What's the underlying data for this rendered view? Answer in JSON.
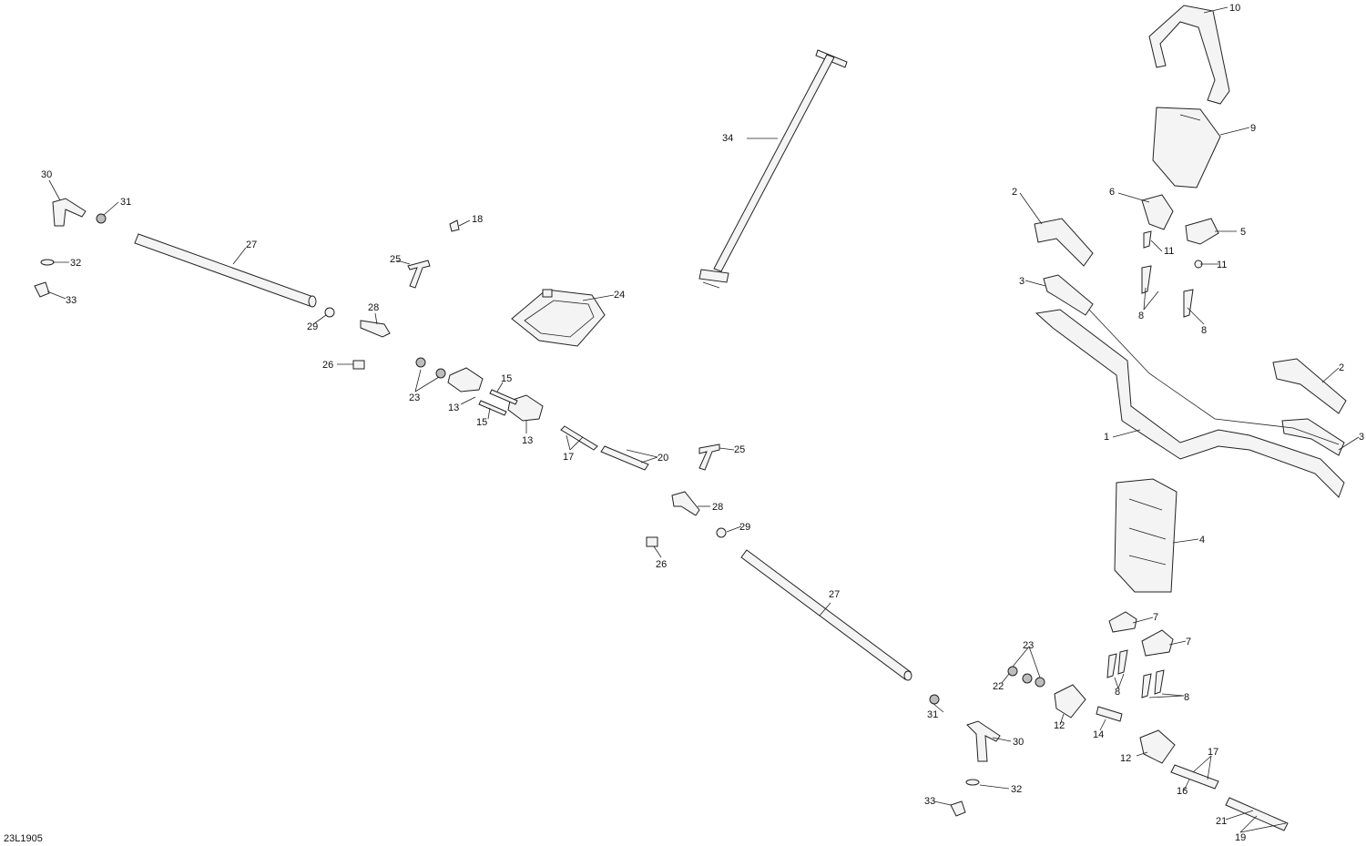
{
  "diagram": {
    "code": "23L1905",
    "callouts": {
      "c1": "1",
      "c2a": "2",
      "c2b": "2",
      "c3a": "3",
      "c3b": "3",
      "c4": "4",
      "c5": "5",
      "c6": "6",
      "c7a": "7",
      "c7b": "7",
      "c8a": "8",
      "c8b": "8",
      "c8c": "8",
      "c8d": "8",
      "c9": "9",
      "c10": "10",
      "c11a": "11",
      "c11b": "11",
      "c12a": "12",
      "c12b": "12",
      "c13a": "13",
      "c13b": "13",
      "c14": "14",
      "c15a": "15",
      "c15b": "15",
      "c16": "16",
      "c17a": "17",
      "c17b": "17",
      "c18": "18",
      "c19": "19",
      "c20": "20",
      "c21": "21",
      "c22": "22",
      "c23a": "23",
      "c23b": "23",
      "c24": "24",
      "c25a": "25",
      "c25b": "25",
      "c26a": "26",
      "c26b": "26",
      "c27a": "27",
      "c27b": "27",
      "c28a": "28",
      "c28b": "28",
      "c29a": "29",
      "c29b": "29",
      "c30a": "30",
      "c30b": "30",
      "c31a": "31",
      "c31b": "31",
      "c32a": "32",
      "c32b": "32",
      "c33a": "33",
      "c33b": "33",
      "c34": "34"
    }
  }
}
